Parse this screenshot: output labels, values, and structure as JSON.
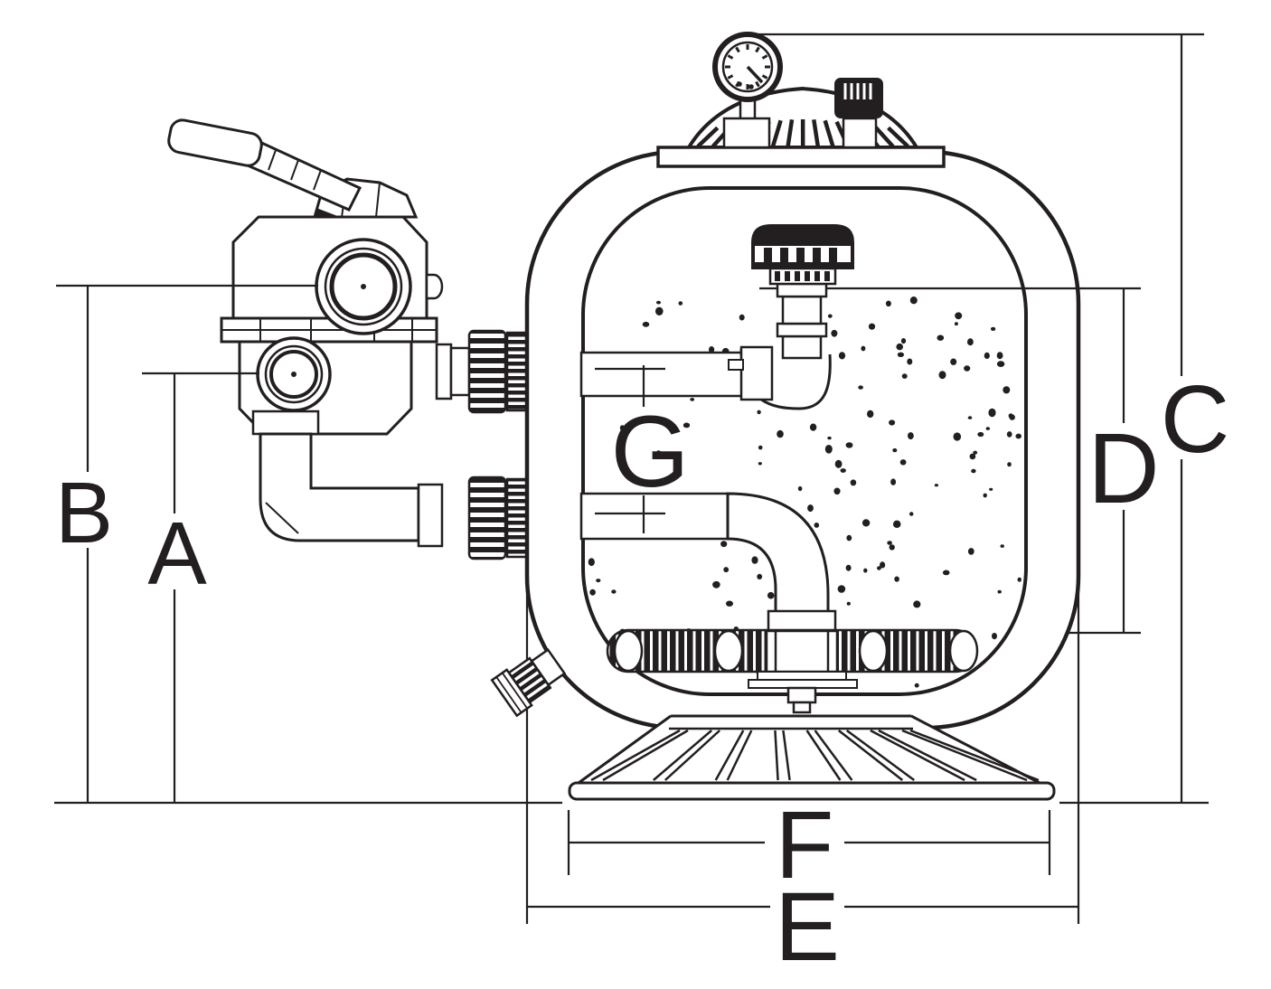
{
  "meta": {
    "background_color": "#ffffff",
    "ink_color": "#231f20",
    "drawing_type": "sand-filter-dimension-diagram"
  },
  "dimensions": {
    "a": "A",
    "b": "B",
    "c": "C",
    "d": "D",
    "e": "E",
    "f": "F",
    "g": "G"
  }
}
